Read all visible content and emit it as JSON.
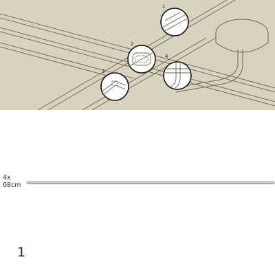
{
  "figure": {
    "background_color": "#d9d2be",
    "line_color": "#6b6454",
    "detail_callouts": [
      "1",
      "2",
      "3",
      "4"
    ]
  },
  "part": {
    "quantity": "4x",
    "length": "68cm",
    "name": "rod"
  },
  "step": {
    "number": "1"
  }
}
